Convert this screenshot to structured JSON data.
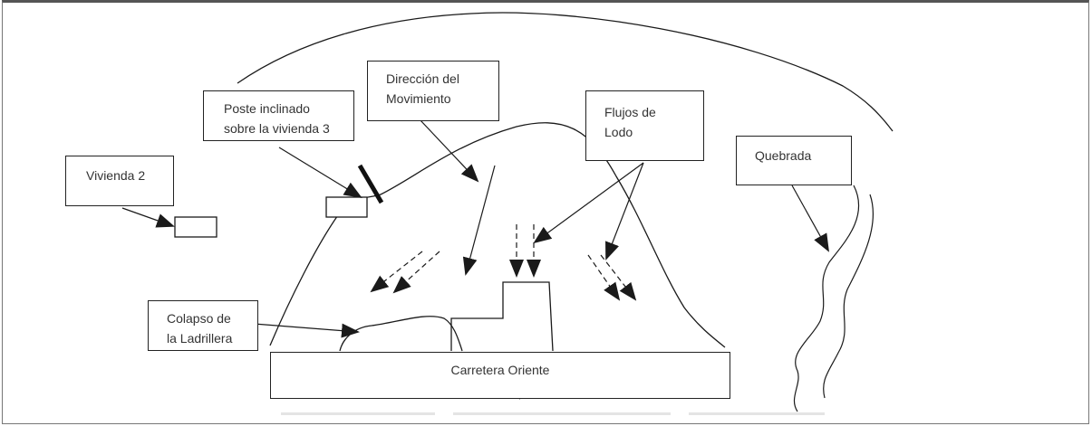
{
  "labels": {
    "vivienda2": "Vivienda 2",
    "poste_line1": "Poste inclinado",
    "poste_line2": "sobre la vivienda 3",
    "direccion_line1": "Dirección del",
    "direccion_line2": "Movimiento",
    "flujos_line1": "Flujos de",
    "flujos_line2": "Lodo",
    "quebrada": "Quebrada",
    "colapso_line1": "Colapso de",
    "colapso_line2": "la Ladrillera",
    "carretera": "Carretera Oriente"
  },
  "colors": {
    "line": "#1a1a1a",
    "text": "#333333",
    "box_border": "#222222"
  }
}
